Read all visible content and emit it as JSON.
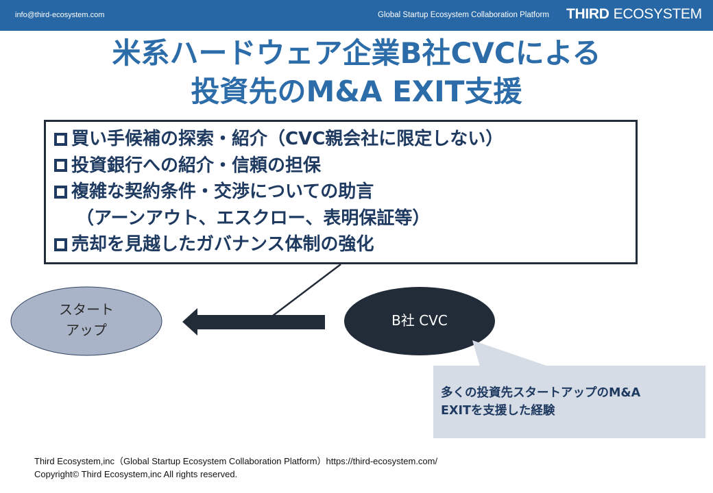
{
  "header": {
    "email": "info@third-ecosystem.com",
    "tagline": "Global Startup Ecosystem Collaboration Platform",
    "logo_bold": "THIRD",
    "logo_light": "ECOSYSTEM"
  },
  "title": {
    "line1": "米系ハードウェア企業B社CVCによる",
    "line2": "投資先のM&A EXIT支援"
  },
  "points": [
    {
      "text": "買い手候補の探索・紹介（CVC親会社に限定しない）",
      "bullet": true
    },
    {
      "text": "投資銀行への紹介・信頼の担保",
      "bullet": true
    },
    {
      "text": "複雑な契約条件・交渉についての助言",
      "bullet": true
    },
    {
      "text": "（アーンアウト、エスクロー、表明保証等）",
      "bullet": false
    },
    {
      "text": "売却を見越したガバナンス体制の強化",
      "bullet": true
    }
  ],
  "diagram": {
    "startup_label_line1": "スタート",
    "startup_label_line2": "アップ",
    "cvc_label": "B社 CVC",
    "callout_line1": "多くの投資先スタートアップのM&A",
    "callout_line2": "EXITを支援した経験"
  },
  "footer": {
    "line1": "Third Ecosystem,inc（Global Startup Ecosystem Collaboration Platform）https://third-ecosystem.com/",
    "line2": "Copyright© Third Ecosystem,inc  All rights reserved."
  },
  "colors": {
    "header_bg": "#2767a5",
    "title": "#2c6ca8",
    "text_navy": "#1f3a60",
    "dark": "#222b38",
    "startup_fill": "#aab4c8",
    "callout_fill": "#d6dce6"
  }
}
